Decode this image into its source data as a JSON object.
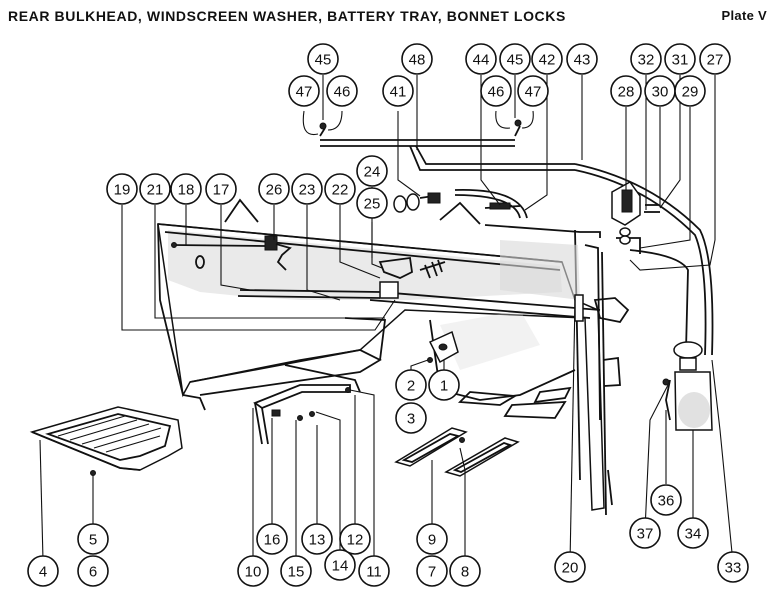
{
  "header": {
    "title": "REAR BULKHEAD, WINDSCREEN WASHER, BATTERY TRAY, BONNET LOCKS",
    "plate": "Plate V"
  },
  "callouts": [
    {
      "label": "45"
    },
    {
      "label": "47"
    },
    {
      "label": "46"
    },
    {
      "label": "48"
    },
    {
      "label": "41"
    },
    {
      "label": "44"
    },
    {
      "label": "45"
    },
    {
      "label": "46"
    },
    {
      "label": "47"
    },
    {
      "label": "42"
    },
    {
      "label": "43"
    },
    {
      "label": "32"
    },
    {
      "label": "31"
    },
    {
      "label": "27"
    },
    {
      "label": "28"
    },
    {
      "label": "30"
    },
    {
      "label": "29"
    },
    {
      "label": "24"
    },
    {
      "label": "25"
    },
    {
      "label": "19"
    },
    {
      "label": "21"
    },
    {
      "label": "18"
    },
    {
      "label": "17"
    },
    {
      "label": "26"
    },
    {
      "label": "23"
    },
    {
      "label": "22"
    },
    {
      "label": "2"
    },
    {
      "label": "1"
    },
    {
      "label": "3"
    },
    {
      "label": "5"
    },
    {
      "label": "6"
    },
    {
      "label": "4"
    },
    {
      "label": "16"
    },
    {
      "label": "13"
    },
    {
      "label": "14"
    },
    {
      "label": "12"
    },
    {
      "label": "11"
    },
    {
      "label": "10"
    },
    {
      "label": "15"
    },
    {
      "label": "9"
    },
    {
      "label": "8"
    },
    {
      "label": "7"
    },
    {
      "label": "20"
    },
    {
      "label": "36"
    },
    {
      "label": "37"
    },
    {
      "label": "34"
    },
    {
      "label": "33"
    }
  ]
}
